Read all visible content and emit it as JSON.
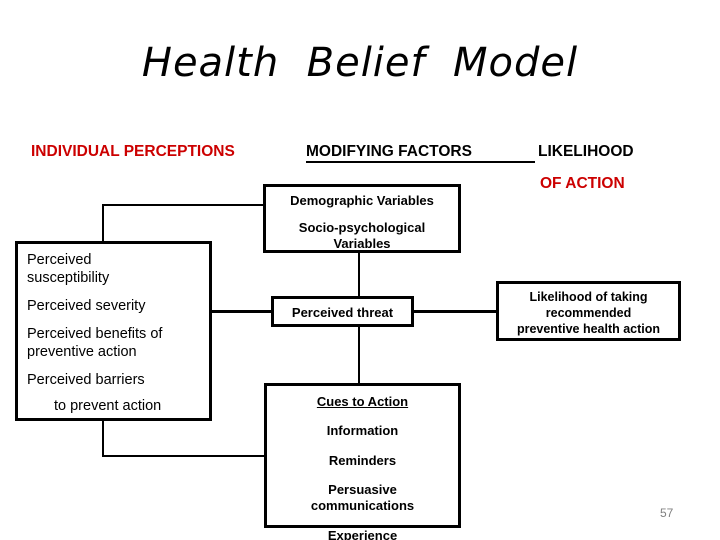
{
  "slide": {
    "title": "Health  Belief  Model",
    "page_number": "57",
    "colors": {
      "accent_red": "#cc0000",
      "text_black": "#000000",
      "page_number_gray": "#808080",
      "background": "#ffffff"
    }
  },
  "headings": [
    {
      "id": "individual",
      "label": "INDIVIDUAL PERCEPTIONS",
      "color": "#cc0000",
      "underlined": false
    },
    {
      "id": "modifying",
      "label": "MODIFYING FACTORS",
      "color": "#000000",
      "underlined": true
    },
    {
      "id": "likelihood",
      "label": "LIKELIHOOD",
      "color": "#000000",
      "underlined": false
    },
    {
      "id": "ofaction",
      "label": "OF ACTION",
      "color": "#cc0000",
      "underlined": false
    }
  ],
  "boxes": {
    "perceptions": {
      "name": "Individual perceptions",
      "items": [
        "Perceived",
        "susceptibility",
        "Perceived severity",
        "Perceived benefits of",
        "preventive action",
        "Perceived barriers",
        "to prevent action"
      ]
    },
    "modifiers": {
      "name": "Modifying factors",
      "lines": [
        "Demographic Variables",
        "Socio-psychological",
        "Variables"
      ]
    },
    "threat": {
      "name": "Perceived threat",
      "lines": [
        "Perceived threat"
      ]
    },
    "likelihood": {
      "name": "Likelihood of action",
      "lines": [
        "Likelihood of taking",
        "recommended",
        "preventive health action"
      ]
    },
    "cues": {
      "name": "Cues to Action",
      "heading": "Cues to Action",
      "lines": [
        "Information",
        "Reminders",
        "Persuasive",
        "communications",
        "Experience"
      ]
    }
  }
}
